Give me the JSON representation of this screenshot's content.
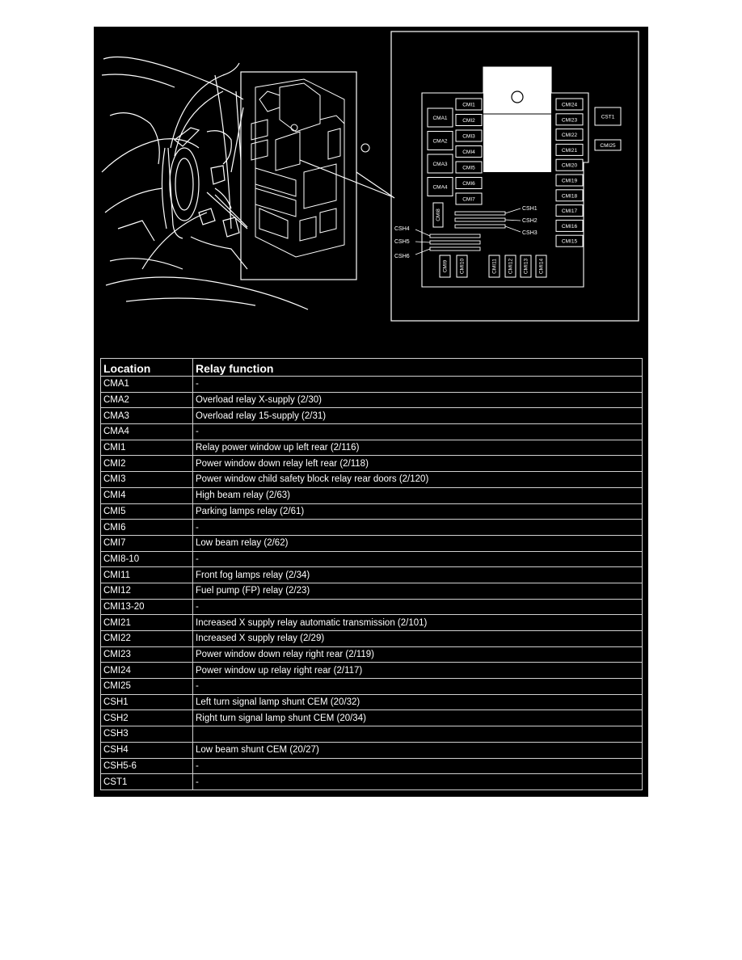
{
  "diagram": {
    "left_column": [
      "CMI1",
      "CMI2",
      "CMI3",
      "CMI4",
      "CMI5",
      "CMI6",
      "CMI7"
    ],
    "cma": [
      "CMA1",
      "CMA2",
      "CMA3",
      "CMA4"
    ],
    "right_column": [
      "CMI24",
      "CMI23",
      "CMI22",
      "CMI21",
      "CMI20",
      "CMI19",
      "CMI18",
      "CMI17",
      "CMI16",
      "CMI15"
    ],
    "cst": "CST1",
    "cmi25": "CMI25",
    "cmi8": "CMI8",
    "bottom_row": [
      "CMI9",
      "CMI10",
      "CMI11",
      "CMI12",
      "CMI13",
      "CMI14"
    ],
    "shunts_right": [
      "CSH1",
      "CSH2",
      "CSH3"
    ],
    "shunts_left": [
      "CSH4",
      "CSH5",
      "CSH6"
    ]
  },
  "table": {
    "headers": [
      "Location",
      "Relay function"
    ],
    "rows": [
      [
        "CMA1",
        "-"
      ],
      [
        "CMA2",
        "Overload relay X-supply (2/30)"
      ],
      [
        "CMA3",
        "Overload relay 15-supply (2/31)"
      ],
      [
        "CMA4",
        "-"
      ],
      [
        "CMI1",
        "Relay power window up left rear (2/116)"
      ],
      [
        "CMI2",
        "Power window down relay left rear (2/118)"
      ],
      [
        "CMI3",
        "Power window child safety block relay rear doors (2/120)"
      ],
      [
        "CMI4",
        "High beam relay (2/63)"
      ],
      [
        "CMI5",
        "Parking lamps relay (2/61)"
      ],
      [
        "CMI6",
        "-"
      ],
      [
        "CMI7",
        "Low beam relay (2/62)"
      ],
      [
        "CMI8-10",
        "-"
      ],
      [
        "CMI11",
        "Front fog lamps relay (2/34)"
      ],
      [
        "CMI12",
        "Fuel pump (FP) relay (2/23)"
      ],
      [
        "CMI13-20",
        "-"
      ],
      [
        "CMI21",
        "Increased X supply relay automatic transmission (2/101)"
      ],
      [
        "CMI22",
        "Increased X supply relay (2/29)"
      ],
      [
        "CMI23",
        "Power window down relay right rear (2/119)"
      ],
      [
        "CMI24",
        "Power window up relay right rear (2/117)"
      ],
      [
        "CMI25",
        "-"
      ],
      [
        "CSH1",
        "Left turn signal lamp shunt CEM (20/32)"
      ],
      [
        "CSH2",
        "Right turn signal lamp shunt CEM (20/34)"
      ],
      [
        "CSH3",
        ""
      ],
      [
        "CSH4",
        "Low beam shunt CEM (20/27)"
      ],
      [
        "CSH5-6",
        "-"
      ],
      [
        "CST1",
        "-"
      ]
    ]
  }
}
